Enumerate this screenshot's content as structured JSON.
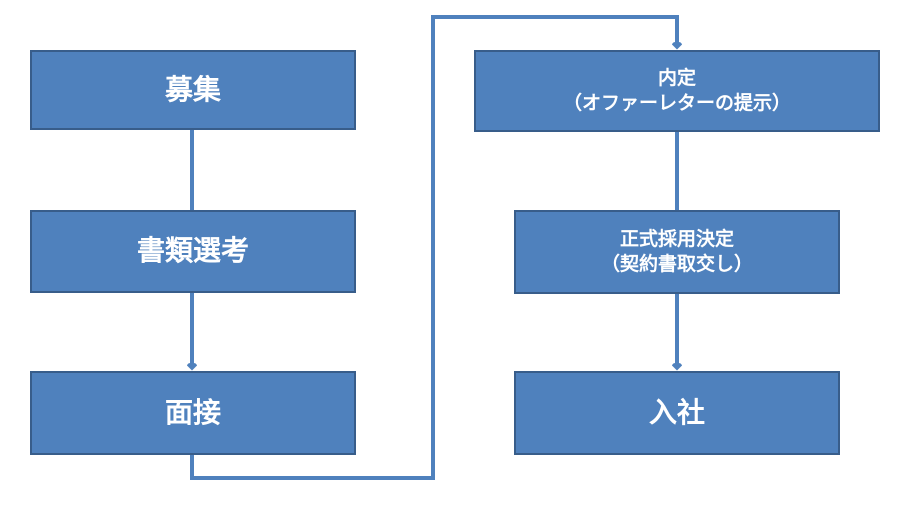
{
  "diagram": {
    "steps": [
      {
        "id": "recruitment",
        "lines": [
          "募集"
        ]
      },
      {
        "id": "document-screening",
        "lines": [
          "書類選考"
        ]
      },
      {
        "id": "interview",
        "lines": [
          "面接"
        ]
      },
      {
        "id": "informal-offer",
        "lines": [
          "内定",
          "（オファーレターの提示）"
        ]
      },
      {
        "id": "formal-decision",
        "lines": [
          "正式採用決定",
          "（契約書取交し）"
        ]
      },
      {
        "id": "joining",
        "lines": [
          "入社"
        ]
      }
    ]
  },
  "colors": {
    "box_fill": "#4f81bd",
    "box_border": "#385d8a",
    "connector": "#4f81bd",
    "text": "#ffffff"
  }
}
